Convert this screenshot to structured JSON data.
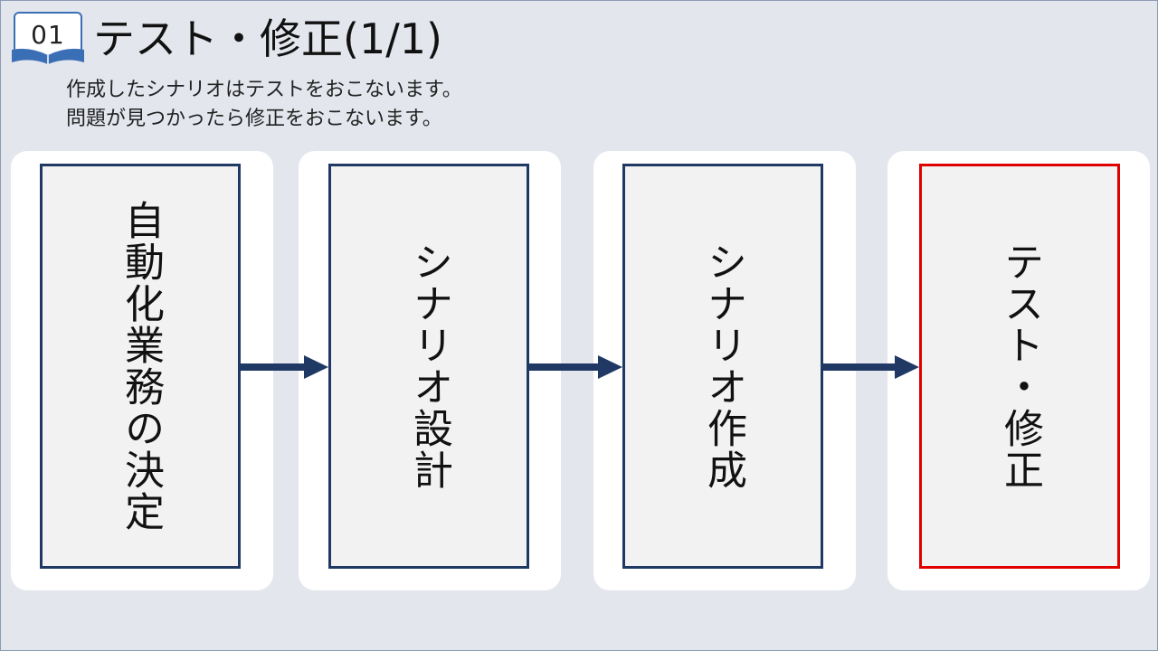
{
  "badge": {
    "number": "01"
  },
  "title": "テスト・修正(1/1)",
  "description": [
    "作成したシナリオはテストをおこないます。",
    "問題が見つかったら修正をおこないます。"
  ],
  "steps": [
    {
      "label": "自動化業務の決定",
      "active": false
    },
    {
      "label": "シナリオ設計",
      "active": false
    },
    {
      "label": "シナリオ作成",
      "active": false
    },
    {
      "label": "テスト・修正",
      "active": true
    }
  ],
  "colors": {
    "background": "#e3e6ed",
    "box_border": "#1f3864",
    "active_border": "#e00000",
    "arrow": "#1f3864",
    "badge_accent": "#3a6fb5"
  }
}
